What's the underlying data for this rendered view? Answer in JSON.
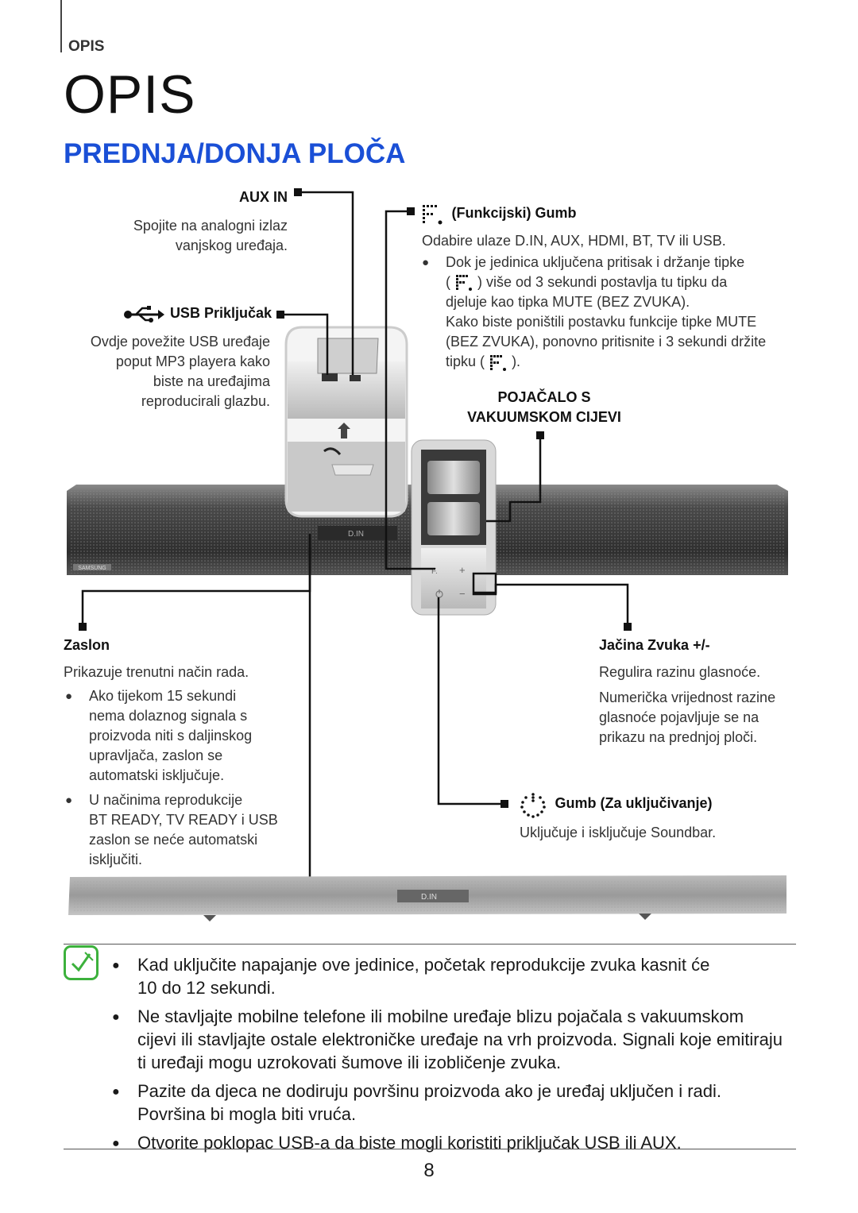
{
  "header": {
    "section_tab": "OPIS",
    "title": "OPIS",
    "subtitle": "PREDNJA/DONJA PLOČA"
  },
  "aux": {
    "label": "AUX IN",
    "desc_1": "Spojite na analogni izlaz",
    "desc_2": "vanjskog uređaja."
  },
  "usb": {
    "label": "USB Priključak",
    "desc": [
      "Ovdje povežite USB uređaje",
      "poput MP3 playera kako",
      "biste na uređajima",
      "reproducirali glazbu."
    ]
  },
  "function_button": {
    "label": "(Funkcijski) Gumb",
    "desc": "Odabire ulaze D.IN, AUX, HDMI, BT, TV ili USB.",
    "bullet_line1": "Dok je jedinica uključena pritisak i držanje tipke",
    "bullet_line2_pre": "(",
    "bullet_line2_post": ") više od 3 sekundi postavlja tu tipku da",
    "bullet_line3": "djeluje kao tipka MUTE (BEZ ZVUKA).",
    "bullet_line4": "Kako biste poništili postavku funkcije tipke MUTE",
    "bullet_line5": "(BEZ ZVUKA), ponovno pritisnite i 3 sekundi držite",
    "bullet_line6_pre": "tipku (",
    "bullet_line6_post": ")."
  },
  "tube_amp": {
    "label_1": "POJAČALO S",
    "label_2": "VAKUUMSKOM CIJEVI"
  },
  "display": {
    "label": "Zaslon",
    "desc": "Prikazuje trenutni način rada.",
    "bullet_1": [
      "Ako tijekom 15 sekundi",
      "nema dolaznog signala s",
      "proizvoda niti s daljinskog",
      "upravljača, zaslon se",
      "automatski isključuje."
    ],
    "bullet_2": [
      "U načinima reprodukcije",
      "BT READY, TV READY i USB",
      "zaslon se neće automatski",
      "isključiti."
    ]
  },
  "volume": {
    "label": "Jačina Zvuka +/-",
    "desc_1": "Regulira razinu glasnoće.",
    "desc_2": [
      "Numerička vrijednost razine",
      "glasnoće pojavljuje se na",
      "prikazu na prednjoj ploči."
    ]
  },
  "power": {
    "label": "Gumb (Za uključivanje)",
    "desc": "Uključuje i isključuje Soundbar."
  },
  "device": {
    "display_text": "D.IN",
    "brand": "SAMSUNG",
    "btn_f": "F.",
    "btn_plus": "+",
    "btn_minus": "−",
    "usb_port": "USB",
    "aux_port": "AUX"
  },
  "notes": [
    [
      "Kad uključite napajanje ove jedinice, početak reprodukcije zvuka kasnit će",
      "10 do 12 sekundi."
    ],
    [
      "Ne stavljajte mobilne telefone ili mobilne uređaje blizu pojačala s vakuumskom",
      "cijevi ili stavljajte ostale elektroničke uređaje na vrh proizvoda. Signali koje emitiraju",
      "ti uređaji mogu uzrokovati šumove ili izobličenje zvuka."
    ],
    [
      "Pazite da djeca ne dodiruju površinu proizvoda ako je uređaj uključen i radi.",
      "Površina bi mogla biti vruća."
    ],
    [
      "Otvorite poklopac USB-a da biste mogli koristiti priključak USB ili AUX."
    ]
  ],
  "page_number": "8",
  "colors": {
    "title_blue": "#1a4fd6",
    "note_green": "#3cb13c",
    "bar_dark": "#3d3d3d"
  }
}
